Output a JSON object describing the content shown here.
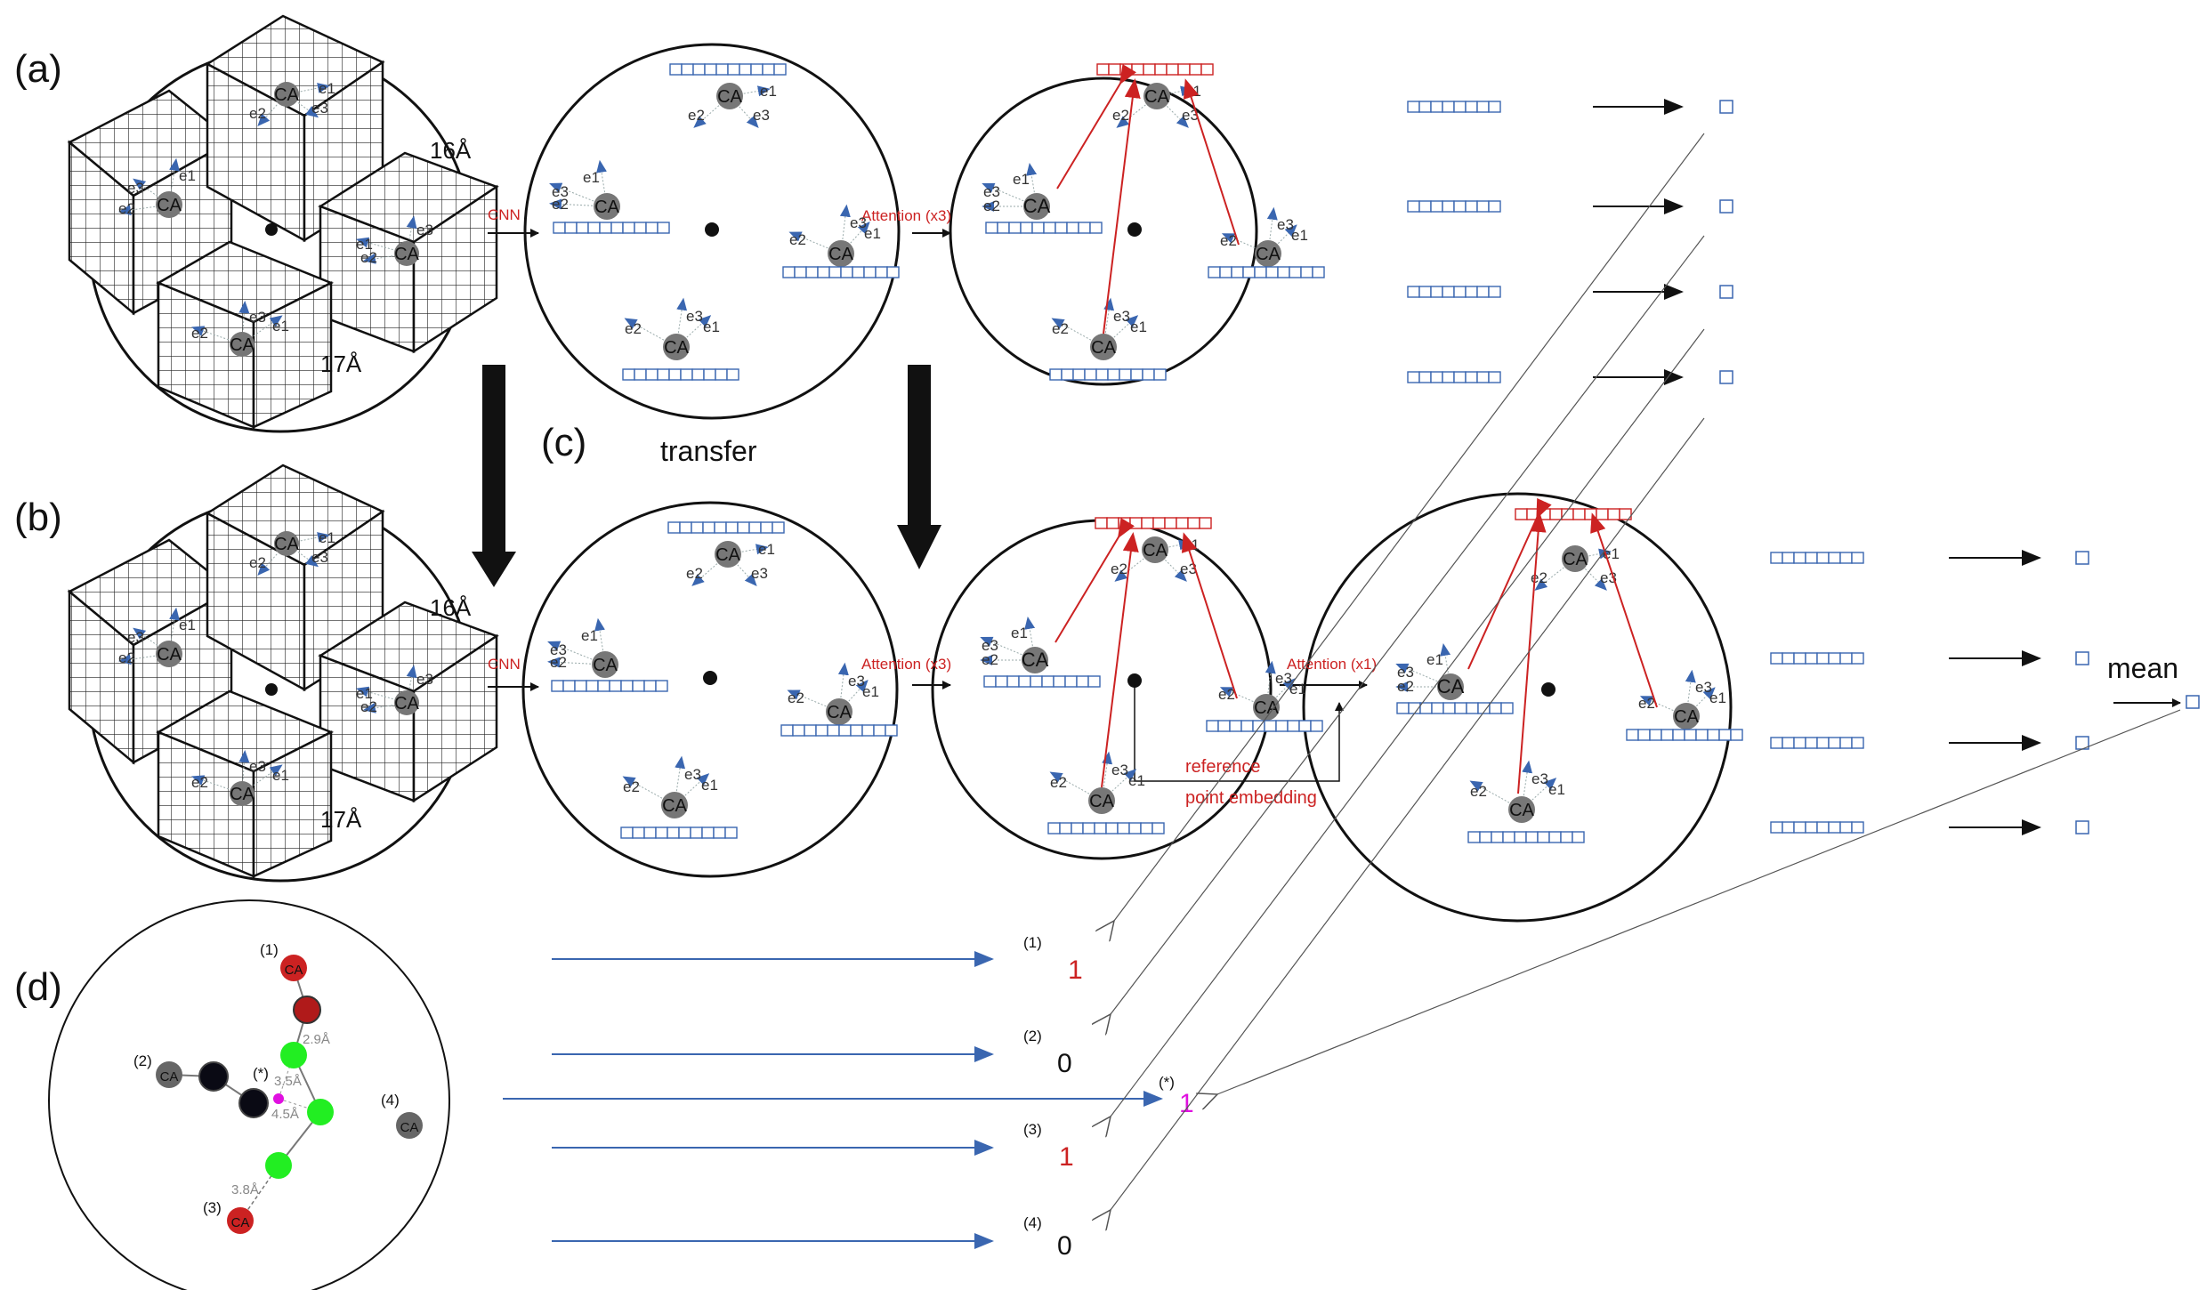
{
  "panels": {
    "a": "(a)",
    "b": "(b)",
    "c": "(c)",
    "d": "(d)"
  },
  "atom_label": "CA",
  "axes": {
    "e1": "e1",
    "e2": "e2",
    "e3": "e3"
  },
  "dims": {
    "d16": "16Å",
    "d17": "17Å"
  },
  "ops": {
    "cnn": "CNN",
    "att3": "Attention (x3)",
    "att1": "Attention (x1)",
    "ref1": "reference",
    "ref2": "point embedding",
    "transfer": "transfer",
    "mean": "mean"
  },
  "d_panel": {
    "labels": [
      "(1)",
      "(2)",
      "(*)",
      "(4)",
      "(3)"
    ],
    "distances": [
      "2.9Å",
      "3.5Å",
      "4.5Å",
      "3.8Å"
    ]
  },
  "outputs": [
    {
      "tag": "(1)",
      "value": "1",
      "color": "#cc2222"
    },
    {
      "tag": "(2)",
      "value": "0",
      "color": "#111111"
    },
    {
      "tag": "(3)",
      "value": "1",
      "color": "#cc2222"
    },
    {
      "tag": "(4)",
      "value": "0",
      "color": "#111111"
    },
    {
      "tag": "(*)",
      "value": "1",
      "color": "#e010e0"
    }
  ],
  "colors": {
    "blue": "#3a66b0",
    "red": "#cc2222",
    "green": "#22ee22",
    "magenta": "#e010e0"
  }
}
